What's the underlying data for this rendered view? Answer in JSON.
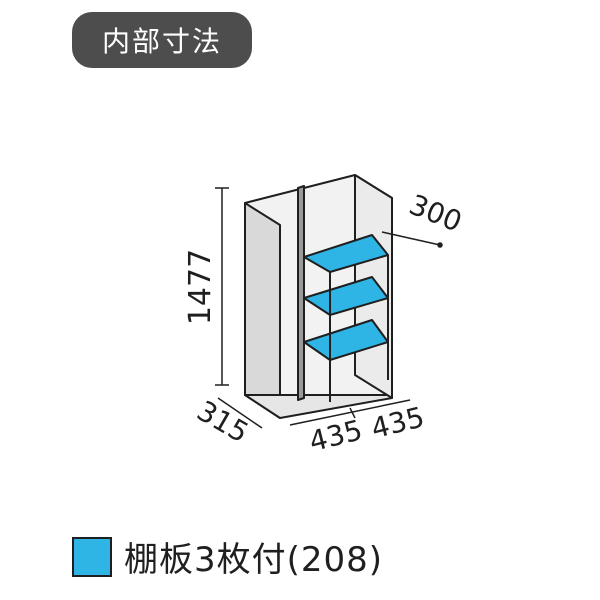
{
  "title": "内部寸法",
  "dimensions": {
    "height": "1477",
    "depth": "315",
    "width_left": "435",
    "width_right": "435",
    "shelf_depth": "300"
  },
  "legend": {
    "label": "棚板3枚付(208)",
    "swatch_color": "#2fb4e6"
  },
  "colors": {
    "cabinet_fill": "#e6e6e6",
    "cabinet_stroke": "#1f1f1f",
    "shelf_fill": "#2fb4e6",
    "badge_bg": "#4d4d4d"
  }
}
